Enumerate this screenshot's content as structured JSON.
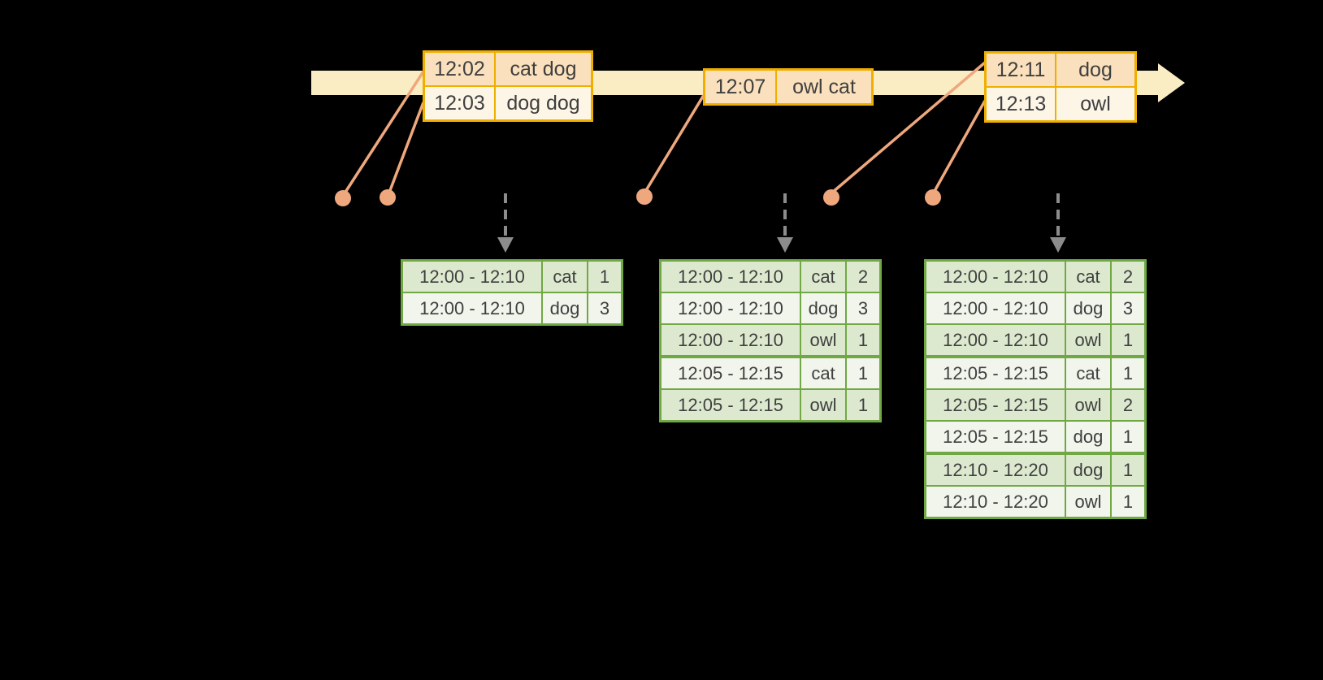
{
  "colors": {
    "background": "#000000",
    "timeline_fill": "#FAEDC4",
    "event_border": "#EFAF00",
    "event_row_peach": "#FAE0BC",
    "event_row_cream": "#FDF6E7",
    "connector_salmon": "#EFA87D",
    "trigger_gray": "#8C8C8C",
    "result_border": "#70A845",
    "result_row_dark": "#DDE9CF",
    "result_row_light": "#F1F5EC",
    "text": "#3F3F3F"
  },
  "event_tables": [
    {
      "rows": [
        [
          "12:02",
          "cat dog"
        ],
        [
          "12:03",
          "dog dog"
        ]
      ]
    },
    {
      "rows": [
        [
          "12:07",
          "owl cat"
        ]
      ]
    },
    {
      "rows": [
        [
          "12:11",
          "dog"
        ],
        [
          "12:13",
          "owl"
        ]
      ]
    }
  ],
  "result_tables": [
    {
      "rows": [
        [
          "12:00 - 12:10",
          "cat",
          "1"
        ],
        [
          "12:00 - 12:10",
          "dog",
          "3"
        ]
      ],
      "group_breaks": []
    },
    {
      "rows": [
        [
          "12:00 - 12:10",
          "cat",
          "2"
        ],
        [
          "12:00 - 12:10",
          "dog",
          "3"
        ],
        [
          "12:00 - 12:10",
          "owl",
          "1"
        ],
        [
          "12:05 - 12:15",
          "cat",
          "1"
        ],
        [
          "12:05 - 12:15",
          "owl",
          "1"
        ]
      ],
      "group_breaks": [
        2
      ]
    },
    {
      "rows": [
        [
          "12:00 - 12:10",
          "cat",
          "2"
        ],
        [
          "12:00 - 12:10",
          "dog",
          "3"
        ],
        [
          "12:00 - 12:10",
          "owl",
          "1"
        ],
        [
          "12:05 - 12:15",
          "cat",
          "1"
        ],
        [
          "12:05 - 12:15",
          "owl",
          "2"
        ],
        [
          "12:05 - 12:15",
          "dog",
          "1"
        ],
        [
          "12:10 - 12:20",
          "dog",
          "1"
        ],
        [
          "12:10 - 12:20",
          "owl",
          "1"
        ]
      ],
      "group_breaks": [
        2,
        5
      ]
    }
  ]
}
